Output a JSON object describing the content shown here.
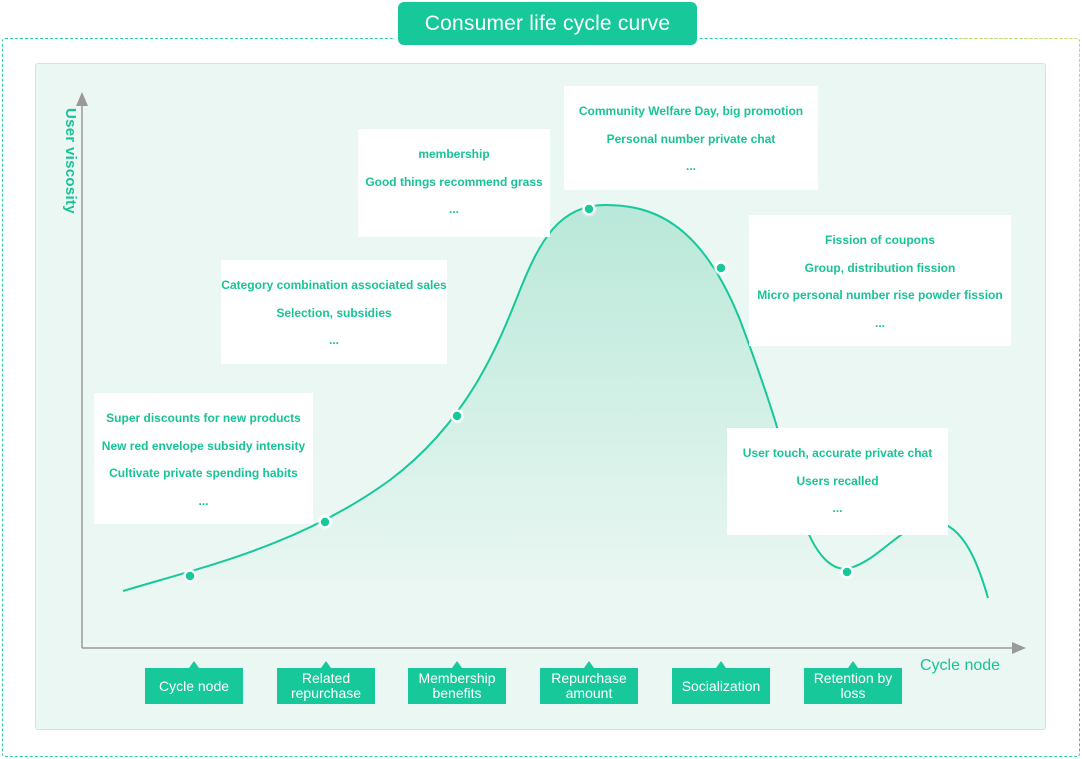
{
  "title": "Consumer life cycle curve",
  "axes": {
    "y_label": "User viscosity",
    "x_label": "Cycle node"
  },
  "nodes": [
    {
      "label": "Cycle node"
    },
    {
      "label": "Related repurchase"
    },
    {
      "label": "Membership benefits"
    },
    {
      "label": "Repurchase amount"
    },
    {
      "label": "Socialization"
    },
    {
      "label": "Retention by loss"
    }
  ],
  "boxes": [
    {
      "lines": [
        "Super discounts for new products",
        "New red envelope subsidy intensity",
        "Cultivate private spending habits",
        "..."
      ]
    },
    {
      "lines": [
        "Category combination associated sales",
        "Selection, subsidies",
        "..."
      ]
    },
    {
      "lines": [
        "membership",
        "Good things recommend grass",
        "..."
      ]
    },
    {
      "lines": [
        "Community Welfare Day, big promotion",
        "Personal number private chat",
        "..."
      ]
    },
    {
      "lines": [
        "Fission of coupons",
        "Group, distribution fission",
        "Micro personal number rise powder fission",
        "..."
      ]
    },
    {
      "lines": [
        "User touch, accurate private chat",
        "Users recalled",
        "..."
      ]
    }
  ],
  "colors": {
    "accent": "#16c89a",
    "text_accent": "#19c396",
    "panel": "#ebf7f3",
    "axis": "#9a9a9a"
  }
}
